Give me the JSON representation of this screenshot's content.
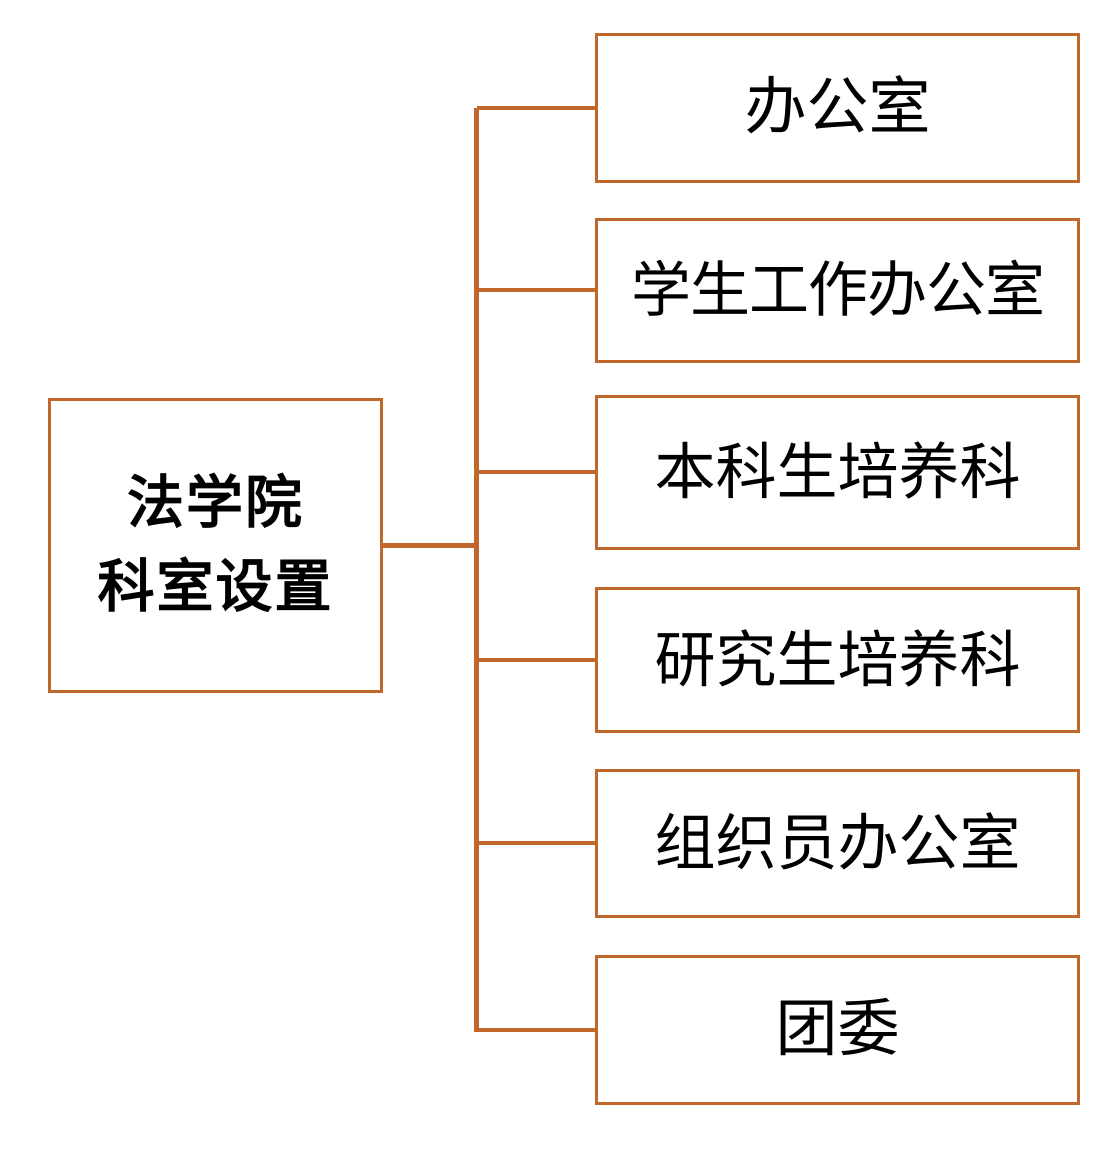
{
  "diagram": {
    "type": "organization-chart",
    "orientation": "horizontal-right",
    "title": "法学院科室设置",
    "colors": {
      "border": "#c2672b",
      "connector": "#c2672b",
      "text": "#000000",
      "background": "#ffffff"
    },
    "root": {
      "label": "法学院科室设置",
      "lines": [
        "法学院",
        "科室设置"
      ]
    },
    "children": [
      {
        "label": "办公室"
      },
      {
        "label": "学生工作办公室"
      },
      {
        "label": "本科生培养科"
      },
      {
        "label": "研究生培养科"
      },
      {
        "label": "组织员办公室"
      },
      {
        "label": "团委"
      }
    ]
  }
}
